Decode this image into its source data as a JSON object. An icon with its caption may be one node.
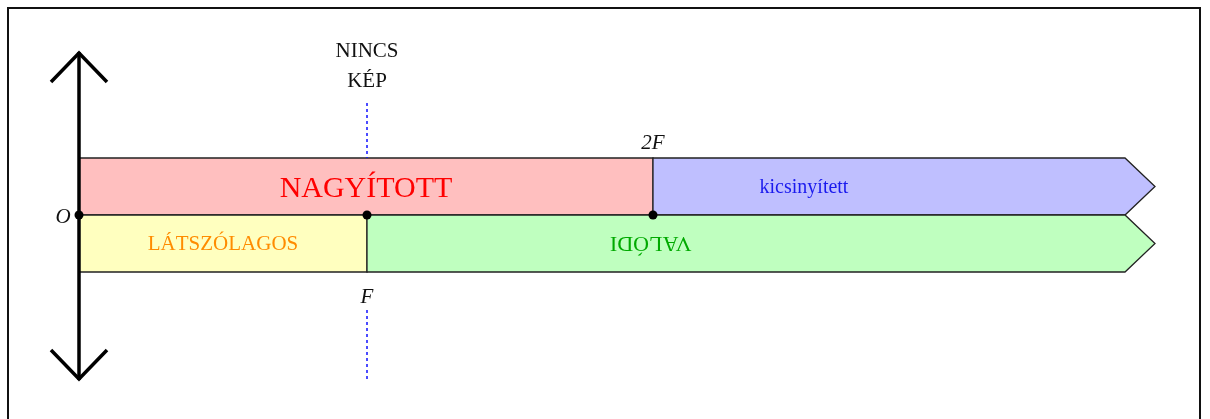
{
  "diagram": {
    "nodes": [
      {
        "text": [
          "NAGYÍTOTT"
        ]
      },
      {
        "text": [
          "kicsinyített"
        ]
      },
      {
        "text": [
          "LÁTSZÓLAGOS"
        ]
      },
      {
        "text": [
          "VALÓDI"
        ]
      }
    ],
    "labels": [
      "NINCS KÉP",
      "2F",
      "O",
      "F"
    ]
  }
}
